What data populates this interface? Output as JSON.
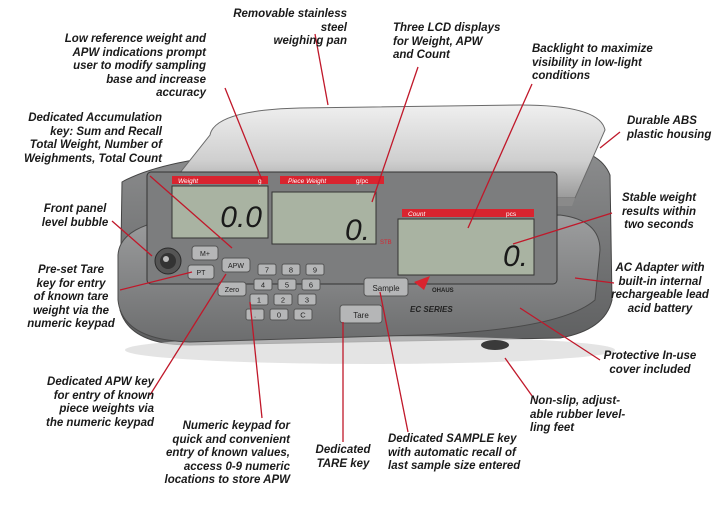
{
  "callouts": {
    "pan": "Removable stainless steel\nweighing pan",
    "lowref": "Low reference weight and\nAPW indications prompt\nuser to modify sampling\nbase and increase accuracy",
    "lcd": "Three  LCD displays\nfor Weight, APW\nand Count",
    "backlight": "Backlight to maximize\nvisibility in low-light\nconditions",
    "abs": "Durable ABS\nplastic housing",
    "accum": "Dedicated Accumulation\nkey: Sum and Recall\nTotal Weight, Number of\nWeighments, Total Count",
    "stable": "Stable weight\nresults within\ntwo seconds",
    "bubble": "Front panel\nlevel bubble",
    "ac": "AC Adapter with\nbuilt-in internal\nrechargeable lead\nacid battery",
    "tare_pre": "Pre-set Tare\nkey for entry\nof known tare\nweight via the\nnumeric keypad",
    "cover": "Protective In-use\ncover included",
    "feet": "Non-slip, adjust-\nable rubber level-\nling feet",
    "apw": "Dedicated APW key\nfor entry of known\npiece weights via\nthe numeric keypad",
    "keypad": "Numeric keypad for\nquick and convenient\nentry of known values,\naccess 0-9 numeric\nlocations to store APW",
    "tare": "Dedicated\nTARE key",
    "sample": "Dedicated SAMPLE key\nwith automatic recall of\nlast sample size entered"
  },
  "scale": {
    "display_weight": {
      "title": "Weight",
      "unit": "g",
      "value": "0.0"
    },
    "display_apw": {
      "title": "Piece Weight",
      "unit": "g/pc",
      "value": "0.",
      "tag": "STB"
    },
    "display_count": {
      "title": "Count",
      "unit": "pcs",
      "value": "0."
    },
    "keys": {
      "mplus": "M+",
      "pt": "PT",
      "apw": "APW",
      "zero": "Zero",
      "sample": "Sample",
      "tare": "Tare",
      "numeric": [
        "7",
        "8",
        "9",
        "4",
        "5",
        "6",
        "1",
        "2",
        "3",
        ".",
        "0",
        "C"
      ]
    },
    "brand": "OHAUS",
    "series": "EC SERIES"
  },
  "colors": {
    "housing": "#6e6f70",
    "panel": "#8a8b8c",
    "lcd": "#a9b3a2",
    "accent_red": "#d9242f",
    "leader": "#c0182a"
  }
}
